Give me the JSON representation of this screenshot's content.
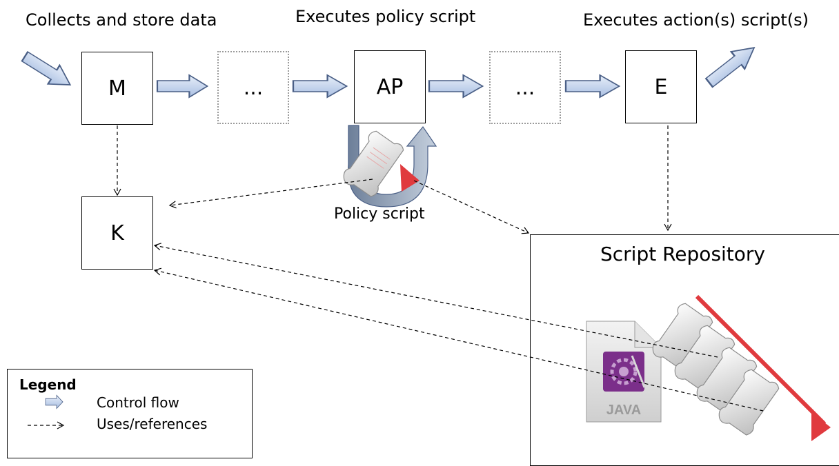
{
  "header": {
    "monitor_caption": "Collects and store data",
    "analyze_caption": "Executes policy script",
    "execute_caption": "Executes action(s) script(s)"
  },
  "boxes": {
    "m": "M",
    "dots1": "...",
    "ap": "AP",
    "dots2": "...",
    "e": "E",
    "k": "K"
  },
  "policy_script_label": "Policy script",
  "repository": {
    "title": "Script Repository",
    "java_label": "JAVA"
  },
  "legend": {
    "title": "Legend",
    "items": [
      {
        "icon": "block-arrow-icon",
        "label": "Control flow"
      },
      {
        "icon": "dashed-arrow-icon",
        "label": "Uses/references"
      }
    ]
  },
  "colors": {
    "flow_arrow_fill": "#c9d6ec",
    "flow_arrow_stroke": "#4a5f86",
    "loop_back": "#7f90a6",
    "script_red": "#e03a3e",
    "java_purple": "#7b2f8a"
  }
}
